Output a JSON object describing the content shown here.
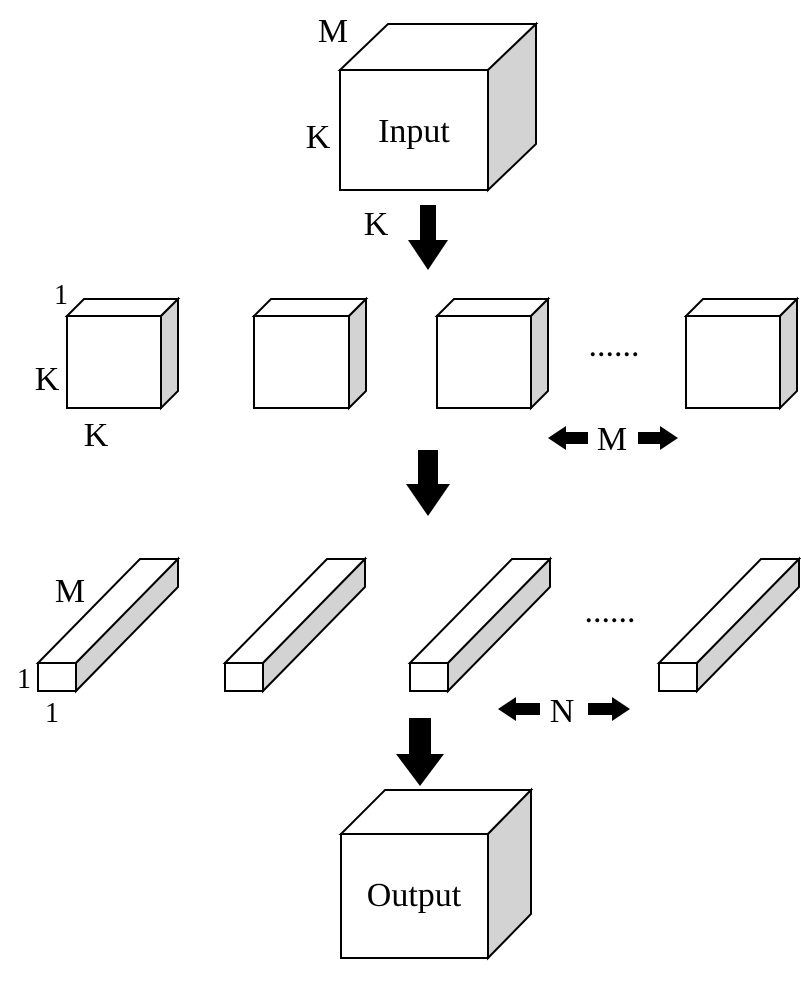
{
  "input_box": {
    "label": "Input",
    "depth_label": "M",
    "height_label": "K",
    "width_label": "K"
  },
  "row1": {
    "first_box": {
      "depth_label": "1",
      "height_label": "K",
      "width_label": "K"
    },
    "ellipsis": "......",
    "count_label": "M"
  },
  "row2": {
    "first_rod": {
      "depth_label": "M",
      "height_label": "1",
      "width_label": "1"
    },
    "ellipsis": "......",
    "count_label": "N"
  },
  "output_box": {
    "label": "Output"
  }
}
